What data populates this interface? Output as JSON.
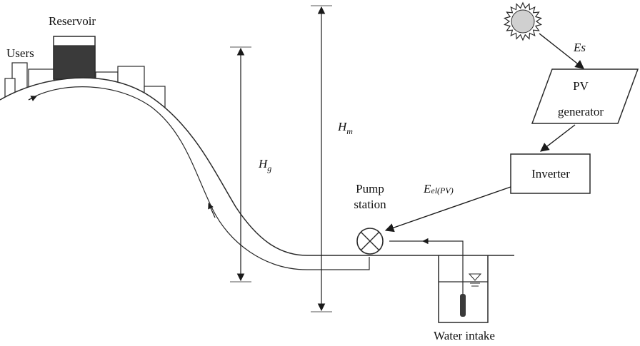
{
  "labels": {
    "reservoir": "Reservoir",
    "users": "Users",
    "pv_line1": "PV",
    "pv_line2": "generator",
    "inverter": "Inverter",
    "pump_line1": "Pump",
    "pump_line2": "station",
    "water_intake": "Water intake",
    "es": "Es",
    "eel_main": "E",
    "eel_sub": "el(PV)",
    "hm_main": "H",
    "hm_sub": "m",
    "hg_main": "H",
    "hg_sub": "g"
  },
  "icons": {
    "sun": "sun-icon",
    "pump": "pump-symbol-icon",
    "water_level": "water-level-triangle-icon"
  },
  "colors": {
    "line": "#2a2a2a",
    "reservoir_water": "#3a3a3a",
    "sun_fill": "#d0d0d0"
  }
}
